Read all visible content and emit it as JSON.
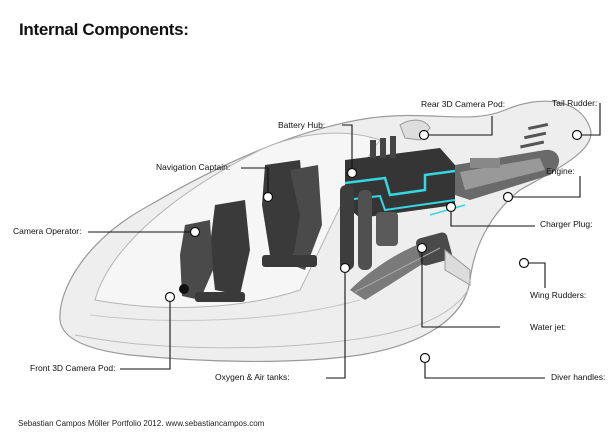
{
  "title": "Internal Components:",
  "footer": "Sebastian Campos Möller Portfolio 2012. www.sebastiancampos.com",
  "callouts": [
    {
      "id": "rear-3d-camera-pod",
      "label": "Rear 3D Camera Pod:"
    },
    {
      "id": "tail-rudder",
      "label": "Tail Rudder:"
    },
    {
      "id": "battery-hub",
      "label": "Battery Hub:"
    },
    {
      "id": "navigation-captain",
      "label": "Navigation Captain:"
    },
    {
      "id": "engine",
      "label": "Engine:"
    },
    {
      "id": "camera-operator",
      "label": "Camera Operator:"
    },
    {
      "id": "charger-plug",
      "label": "Charger Plug:"
    },
    {
      "id": "wing-rudders",
      "label": "Wing Rudders:"
    },
    {
      "id": "water-jet",
      "label": "Water jet:"
    },
    {
      "id": "front-3d-camera-pod",
      "label": "Front 3D Camera Pod:"
    },
    {
      "id": "oxygen-air-tanks",
      "label": "Oxygen & Air tanks:"
    },
    {
      "id": "diver-handles",
      "label": "Diver handles:"
    }
  ],
  "colors": {
    "accent": "#34d6e0",
    "hull_fill": "#eeeeee",
    "hull_stroke": "#9a9a9a",
    "dark_parts": "#3a3a3a"
  }
}
